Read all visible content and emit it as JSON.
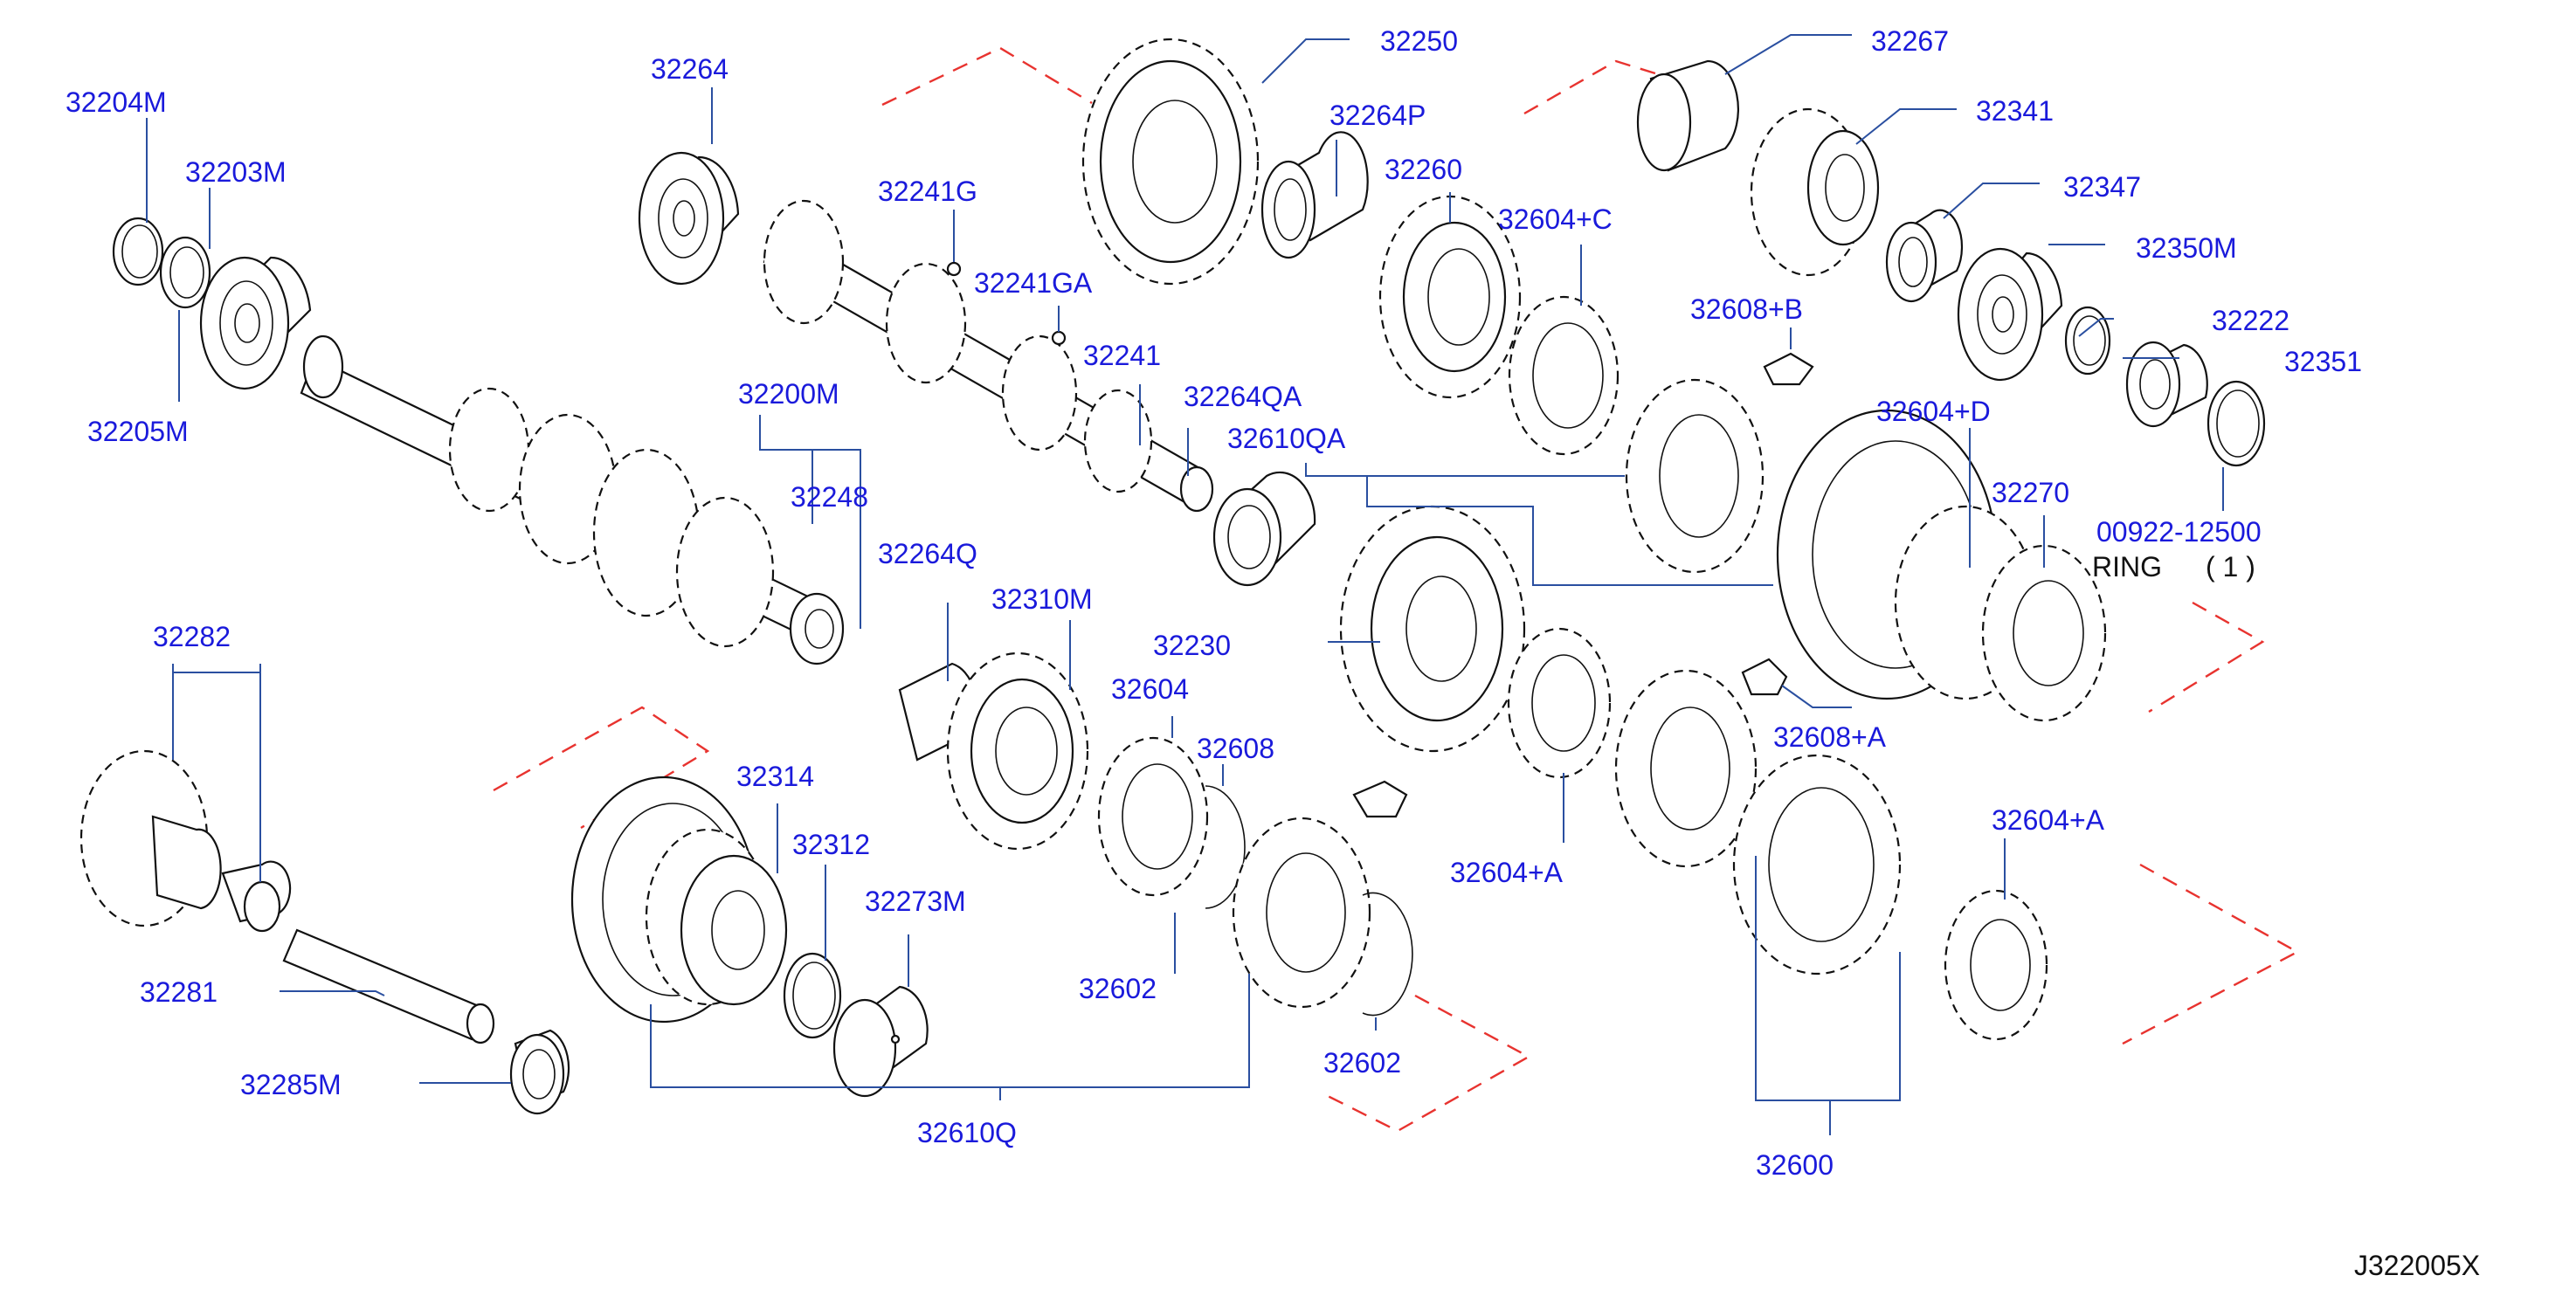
{
  "labels": {
    "l32204M": "32204M",
    "l32203M": "32203M",
    "l32205M": "32205M",
    "l32264": "32264",
    "l32241G": "32241G",
    "l32241GA": "32241GA",
    "l32241": "32241",
    "l32250": "32250",
    "l32264P": "32264P",
    "l32260": "32260",
    "l32604C": "32604+C",
    "l32267": "32267",
    "l32341": "32341",
    "l32347": "32347",
    "l32350M": "32350M",
    "l32222": "32222",
    "l32351": "32351",
    "l32608B": "32608+B",
    "l32604D": "32604+D",
    "l32270": "32270",
    "l00922": "00922-12500",
    "lRing": "RING",
    "lRingQty": "( 1 )",
    "l32200M": "32200M",
    "l32248": "32248",
    "l32264QA": "32264QA",
    "l32610QA": "32610QA",
    "l32264Q": "32264Q",
    "l32310M": "32310M",
    "l32230": "32230",
    "l32604": "32604",
    "l32608": "32608",
    "l32608A": "32608+A",
    "l32604A1": "32604+A",
    "l32604A2": "32604+A",
    "l32282": "32282",
    "l32314": "32314",
    "l32312": "32312",
    "l32273M": "32273M",
    "l32281": "32281",
    "l32285M": "32285M",
    "l32602a": "32602",
    "l32602b": "32602",
    "l32610Q": "32610Q",
    "l32600": "32600",
    "diagramCode": "J322005X"
  },
  "colors": {
    "label": "#1a1adb",
    "leader": "#2a4fa0",
    "phantom": "#e8332f",
    "outline": "#111111"
  }
}
